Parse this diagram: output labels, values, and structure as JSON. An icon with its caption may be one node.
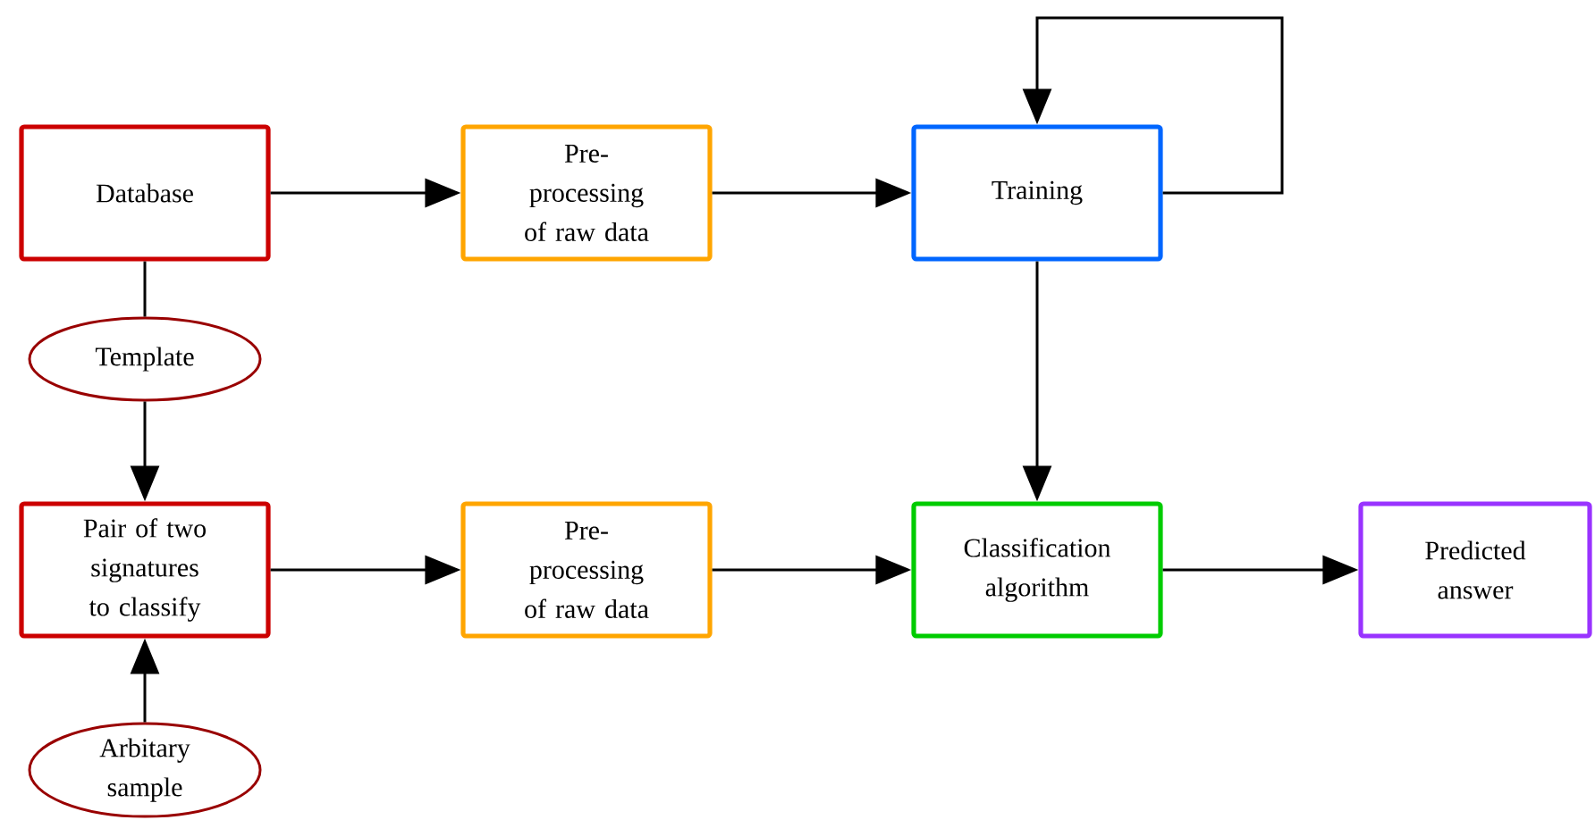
{
  "diagram": {
    "nodes": [
      {
        "text": [
          "Database"
        ]
      },
      {
        "text": [
          "Template"
        ]
      },
      {
        "text": [
          "Pre-processing of raw data"
        ]
      },
      {
        "text": [
          "Training"
        ]
      },
      {
        "text": [
          "Pair of two signatures to classify"
        ]
      },
      {
        "text": [
          "Pre-processing of raw data"
        ]
      },
      {
        "text": [
          "Classification algorithm"
        ]
      },
      {
        "text": [
          "Predicted answer"
        ]
      },
      {
        "text": [
          "Arbitary sample"
        ]
      }
    ],
    "edges": [
      {
        "from": 0,
        "to": 1,
        "arrow": "none"
      },
      {
        "from": 1,
        "to": 4,
        "arrow": "to"
      },
      {
        "from": 0,
        "to": 2,
        "arrow": "to"
      },
      {
        "from": 2,
        "to": 3,
        "arrow": "to"
      },
      {
        "from": 3,
        "to": 3,
        "arrow": "to"
      },
      {
        "from": 3,
        "to": 6,
        "arrow": "to"
      },
      {
        "from": 4,
        "to": 5,
        "arrow": "to"
      },
      {
        "from": 5,
        "to": 6,
        "arrow": "to"
      },
      {
        "from": 6,
        "to": 7,
        "arrow": "to"
      },
      {
        "from": 8,
        "to": 4,
        "arrow": "to"
      }
    ]
  }
}
